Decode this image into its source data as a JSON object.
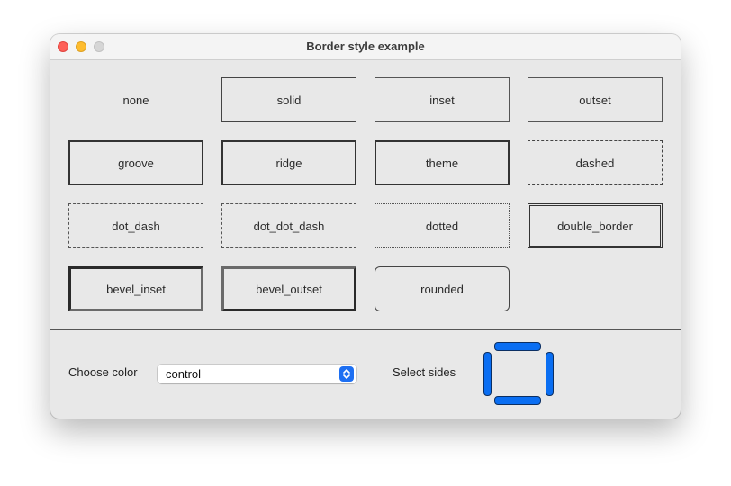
{
  "window": {
    "title": "Border style example"
  },
  "styles": [
    "none",
    "solid",
    "inset",
    "outset",
    "groove",
    "ridge",
    "theme",
    "dashed",
    "dot_dash",
    "dot_dot_dash",
    "dotted",
    "double_border",
    "bevel_inset",
    "bevel_outset",
    "rounded"
  ],
  "controls": {
    "color_label": "Choose color",
    "color_value": "control",
    "sides_label": "Select sides"
  },
  "colors": {
    "sides_accent": "#0a6ef2",
    "popup_button": "#1d6ff2"
  },
  "icons": {
    "popup": "chevron-up-down-icon"
  }
}
